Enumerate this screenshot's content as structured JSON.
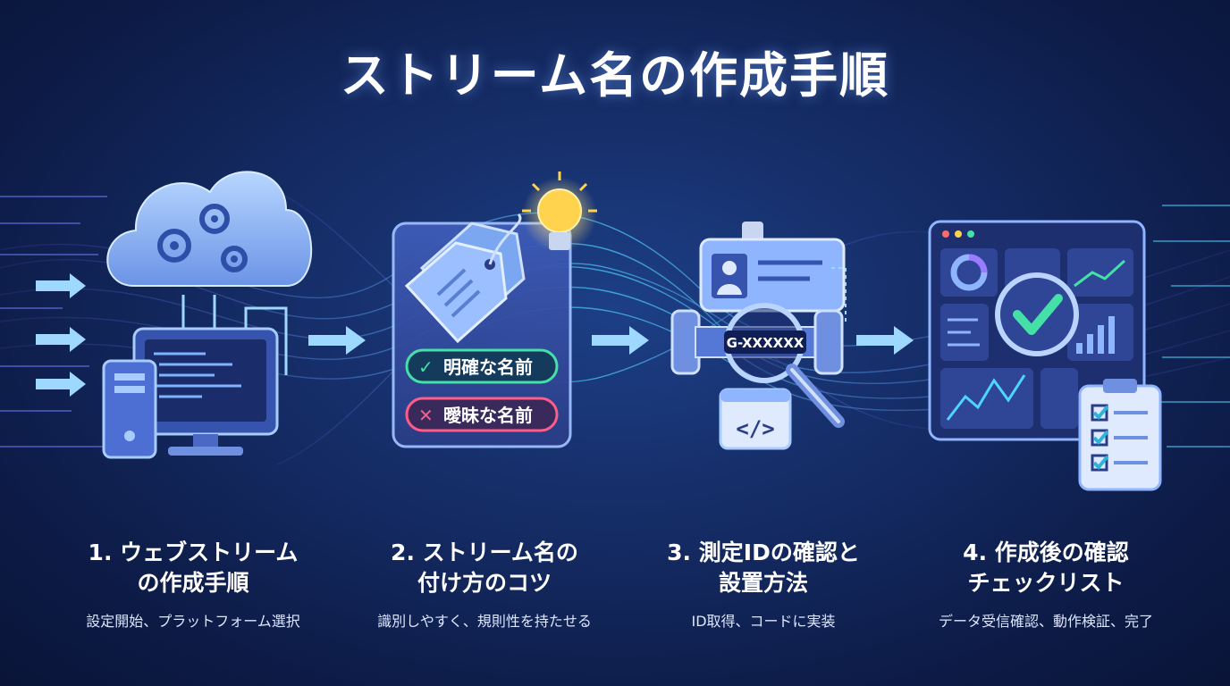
{
  "title": "ストリーム名の作成手順",
  "steps": [
    {
      "number": "1.",
      "line1": "ウェブストリーム",
      "line2": "の作成手順",
      "desc": "設定開始、プラットフォーム選択"
    },
    {
      "number": "2.",
      "line1": "ストリーム名の",
      "line2": "付け方のコツ",
      "desc": "識別しやすく、規則性を持たせる"
    },
    {
      "number": "3.",
      "line1": "測定IDの確認と",
      "line2": "設置方法",
      "desc": "ID取得、コードに実装"
    },
    {
      "number": "4.",
      "line1": "作成後の確認",
      "line2": "チェックリスト",
      "desc": "データ受信確認、動作検証、完了"
    }
  ],
  "labels": {
    "good_name": "明確な名前",
    "bad_name": "曖昧な名前",
    "measurement_id": "G-XXXXXX",
    "code_glyph": "</>"
  },
  "icons": {
    "check": "✓",
    "cross": "✕"
  },
  "colors": {
    "accent_cyan": "#4fd6ff",
    "good_green": "#45e0a8",
    "bad_red": "#ff5c8a",
    "bulb_yellow": "#ffd34d"
  }
}
